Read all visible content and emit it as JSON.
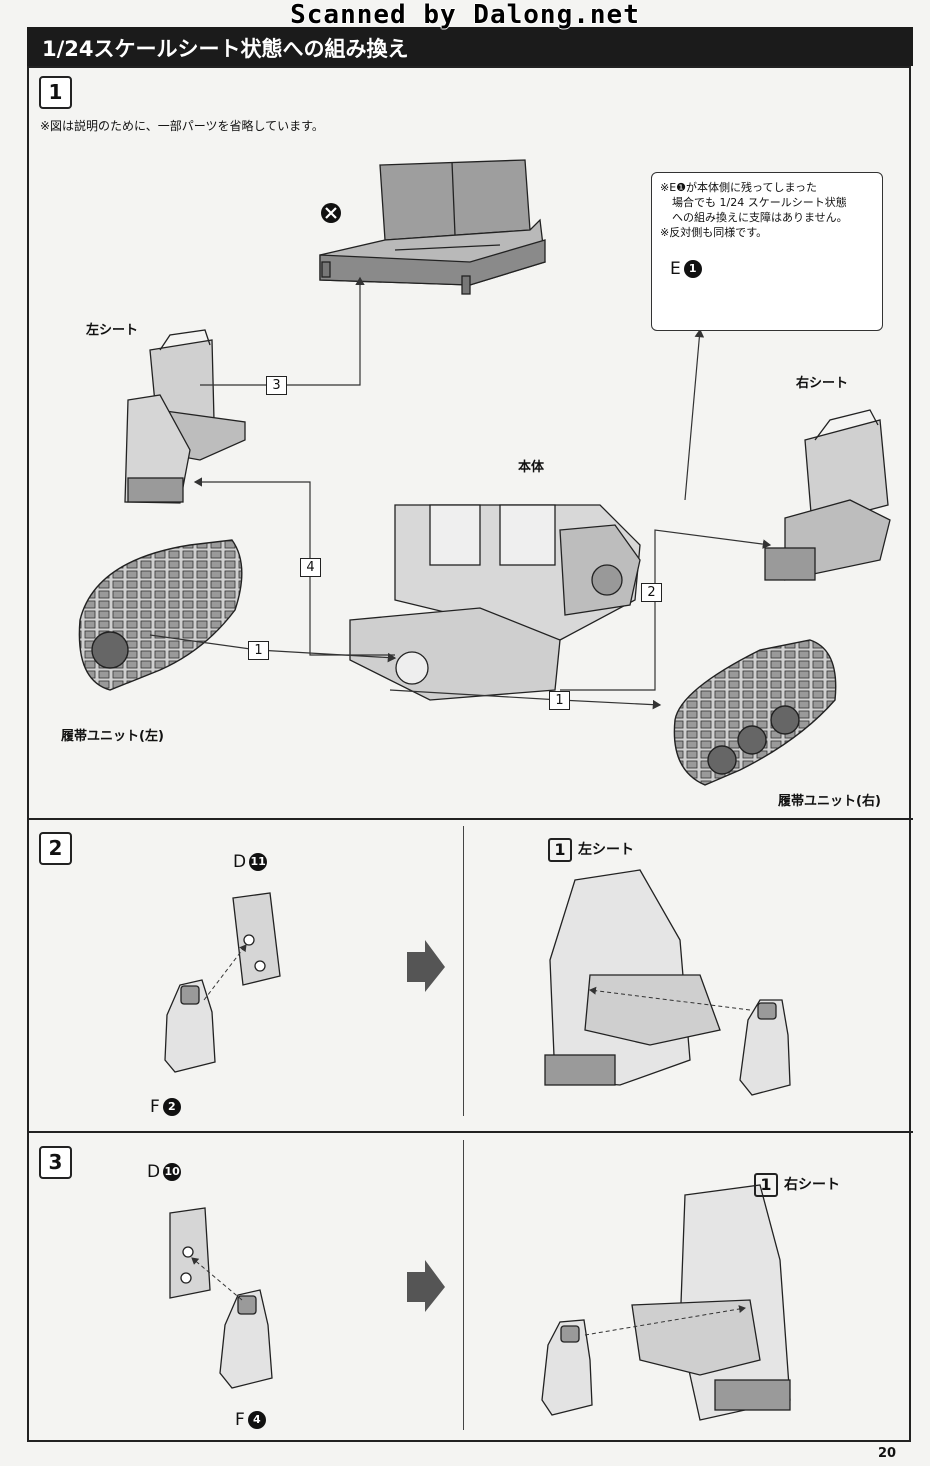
{
  "watermark": "Scanned by Dalong.net",
  "header": {
    "title": "1/24スケールシート状態への組み換え"
  },
  "step1": {
    "number": "1",
    "note": "※図は説明のために、一部パーツを省略しています。",
    "labels": {
      "left_seat": "左シート",
      "right_seat": "右シート",
      "body": "本体",
      "track_left": "履帯ユニット(左)",
      "track_right": "履帯ユニット(右)"
    },
    "arrow_numbers": [
      "3",
      "4",
      "1",
      "2",
      "1"
    ],
    "callout": {
      "lines": [
        "※E❶が本体側に残ってしまった",
        "場合でも 1/24 スケールシート状態",
        "への組み換えに支障はありません。",
        "※反対側も同様です。"
      ],
      "part_letter": "E",
      "part_number": "1"
    }
  },
  "step2": {
    "number": "2",
    "part_top": {
      "letter": "D",
      "number": "11"
    },
    "part_bottom": {
      "letter": "F",
      "number": "2"
    },
    "ref_number": "1",
    "ref_label": "左シート"
  },
  "step3": {
    "number": "3",
    "part_top": {
      "letter": "D",
      "number": "10"
    },
    "part_bottom": {
      "letter": "F",
      "number": "4"
    },
    "ref_number": "1",
    "ref_label": "右シート"
  },
  "page_number": "20",
  "colors": {
    "title_bar": "#1b1b1b",
    "paper": "#f4f4f2",
    "part_fill": "#d6d6d6",
    "dark_fill": "#8a8a8a"
  }
}
